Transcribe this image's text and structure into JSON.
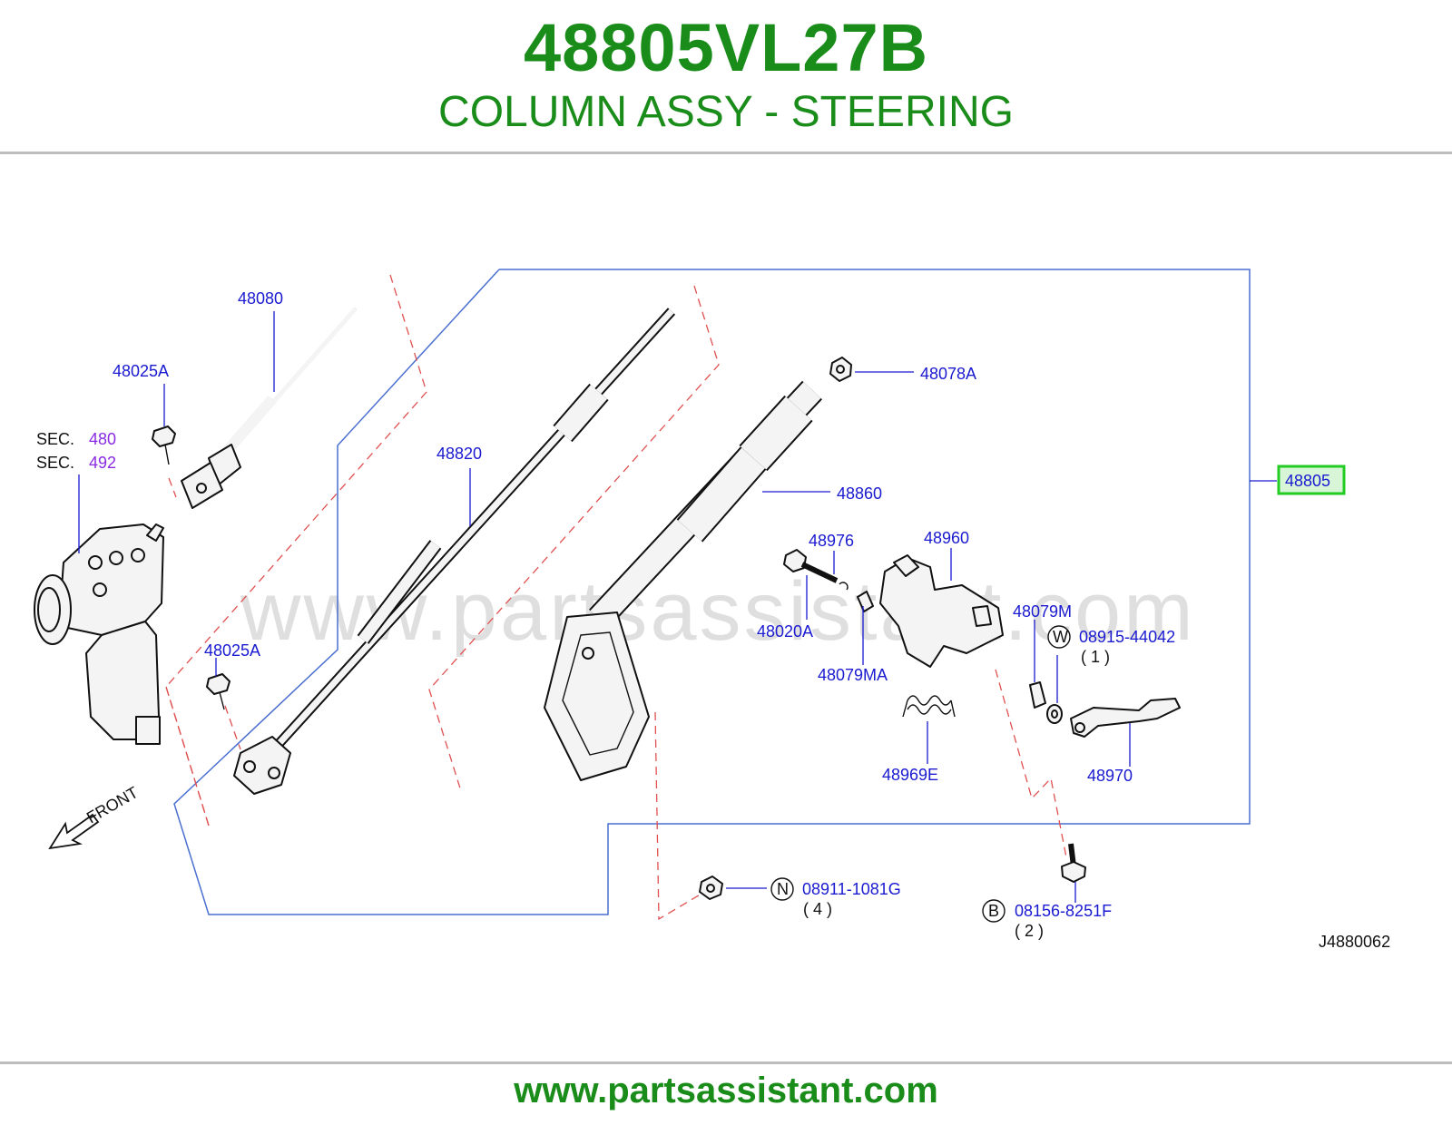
{
  "header": {
    "part_number": "48805VL27B",
    "description": "COLUMN ASSY - STEERING"
  },
  "footer": {
    "url": "www.partsassistant.com"
  },
  "watermark": "www.partsassistant.com",
  "diagram": {
    "drawing_id": "J4880062",
    "front_label": "FRONT",
    "section_refs": [
      {
        "prefix": "SEC.",
        "number": "480"
      },
      {
        "prefix": "SEC.",
        "number": "492"
      }
    ],
    "parts": {
      "p48080": "48080",
      "p48025A_1": "48025A",
      "p48025A_2": "48025A",
      "p48820": "48820",
      "p48078A": "48078A",
      "p48860": "48860",
      "p48976": "48976",
      "p48960": "48960",
      "p48020A": "48020A",
      "p48079M": "48079M",
      "p48079MA": "48079MA",
      "p48969E": "48969E",
      "p48970": "48970",
      "p48805": "48805"
    },
    "fasteners": [
      {
        "symbol": "W",
        "part": "08915-44042",
        "qty": "( 1 )"
      },
      {
        "symbol": "N",
        "part": "08911-1081G",
        "qty": "( 4 )"
      },
      {
        "symbol": "B",
        "part": "08156-8251F",
        "qty": "( 2 )"
      }
    ],
    "colors": {
      "title_green": "#1a8c1a",
      "label_blue": "#1a1ad0",
      "section_purple": "#8a2be2",
      "highlight_green": "#22cc22",
      "dash_red": "#e05050"
    }
  }
}
